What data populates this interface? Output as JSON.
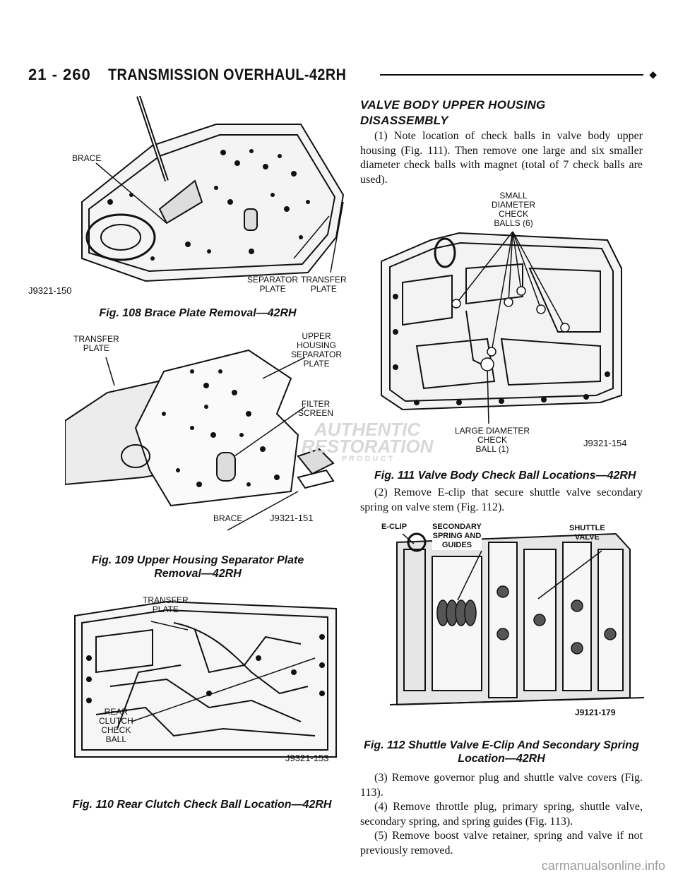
{
  "header": {
    "page_number": "21 - 260",
    "title": "TRANSMISSION OVERHAUL-42RH",
    "marker": "◆"
  },
  "figures": {
    "fig108": {
      "callouts": {
        "brace": "BRACE",
        "separator_plate": "SEPARATOR\nPLATE",
        "transfer_plate": "TRANSFER\nPLATE"
      },
      "code": "J9321-150",
      "caption": "Fig. 108 Brace Plate Removal—42RH"
    },
    "fig109": {
      "callouts": {
        "transfer_plate": "TRANSFER\nPLATE",
        "upper_housing": "UPPER\nHOUSING\nSEPARATOR\nPLATE",
        "filter_screen": "FILTER\nSCREEN",
        "brace": "BRACE"
      },
      "code": "J9321-151",
      "caption": "Fig. 109 Upper Housing Separator Plate\nRemoval—42RH"
    },
    "fig110": {
      "callouts": {
        "transfer_plate": "TRANSFER\nPLATE",
        "rear_clutch": "REAR\nCLUTCH\nCHECK\nBALL"
      },
      "code": "J9321-153",
      "caption": "Fig. 110 Rear Clutch Check Ball Location—42RH"
    },
    "fig111": {
      "callouts": {
        "small_balls": "SMALL\nDIAMETER\nCHECK\nBALLS (6)",
        "large_ball": "LARGE DIAMETER\nCHECK\nBALL (1)"
      },
      "code": "J9321-154",
      "caption": "Fig. 111 Valve Body Check Ball Locations—42RH"
    },
    "fig112": {
      "callouts": {
        "eclip": "E-CLIP",
        "secondary": "SECONDARY\nSPRING AND\nGUIDES",
        "shuttle": "SHUTTLE\nVALVE"
      },
      "code": "J9121-179",
      "caption": "Fig. 112 Shuttle Valve E-Clip And Secondary Spring\nLocation—42RH"
    }
  },
  "watermark": {
    "line1": "AUTHENTIC",
    "line2": "RESTORATION",
    "line3": "P R O D U C T"
  },
  "section": {
    "title": "VALVE BODY UPPER HOUSING\nDISASSEMBLY",
    "step1": "(1) Note location of check balls in valve body upper housing (Fig. 111). Then remove one large and six smaller diameter check balls with magnet (total of 7 check balls are used).",
    "step2": "(2) Remove E-clip that secure shuttle valve secondary spring on valve stem (Fig. 112).",
    "step3": "(3) Remove governor plug and shuttle valve covers (Fig. 113).",
    "step4": "(4) Remove throttle plug, primary spring, shuttle valve, secondary spring, and spring guides (Fig. 113).",
    "step5": "(5) Remove boost valve retainer, spring and valve if not previously removed."
  },
  "footer": {
    "watermark": "carmanualsonline.info"
  }
}
